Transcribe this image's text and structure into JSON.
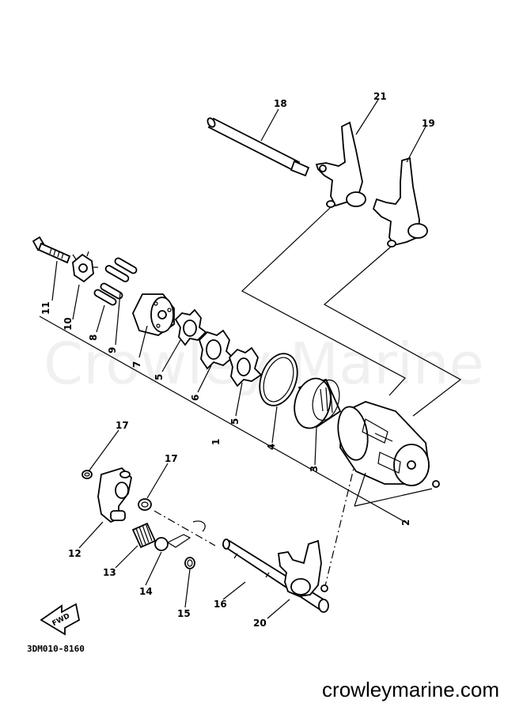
{
  "watermark": "Crowley Marine",
  "diagram_code": "3DM010-8160",
  "site_url": "crowleymarine.com",
  "fwd_label": "FWD",
  "callouts": {
    "c1": "1",
    "c2": "2",
    "c3": "3",
    "c4": "4",
    "c5a": "5",
    "c5b": "5",
    "c6": "6",
    "c7": "7",
    "c8": "8",
    "c9": "9",
    "c10": "10",
    "c11": "11",
    "c12": "12",
    "c13": "13",
    "c14": "14",
    "c15": "15",
    "c16": "16",
    "c17a": "17",
    "c17b": "17",
    "c18": "18",
    "c19": "19",
    "c20": "20",
    "c21": "21"
  }
}
